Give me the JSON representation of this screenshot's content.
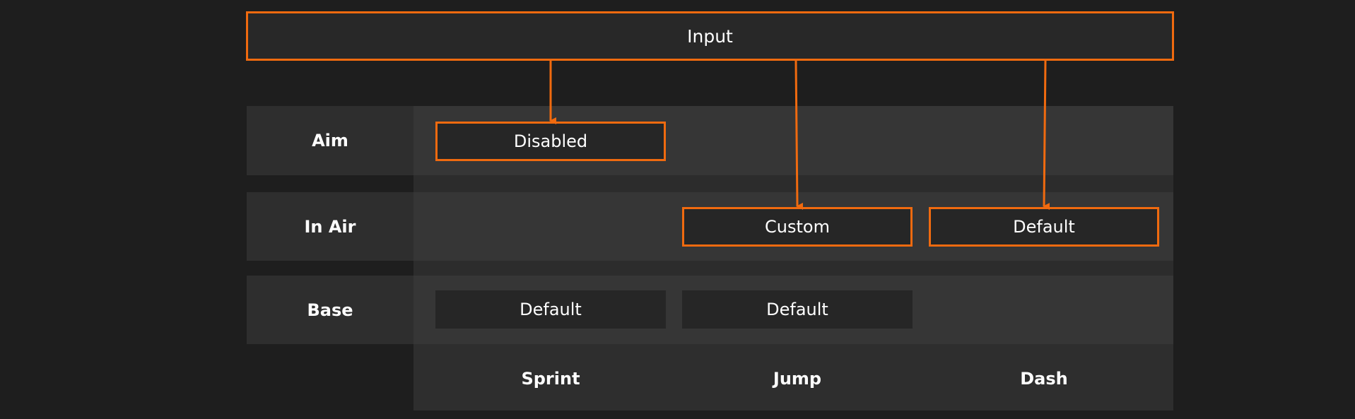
{
  "input": {
    "label": "Input"
  },
  "rows": [
    {
      "label": "Aim"
    },
    {
      "label": "In Air"
    },
    {
      "label": "Base"
    }
  ],
  "columns": [
    {
      "label": "Sprint"
    },
    {
      "label": "Jump"
    },
    {
      "label": "Dash"
    }
  ],
  "nodes": {
    "aim_sprint": {
      "label": "Disabled",
      "active": true
    },
    "inair_jump": {
      "label": "Custom",
      "active": true
    },
    "inair_dash": {
      "label": "Default",
      "active": true
    },
    "base_sprint": {
      "label": "Default",
      "active": false
    },
    "base_jump": {
      "label": "Default",
      "active": false
    }
  },
  "colors": {
    "accent": "#f06a0f",
    "background": "#1e1e1e",
    "node_fill": "#262626"
  }
}
